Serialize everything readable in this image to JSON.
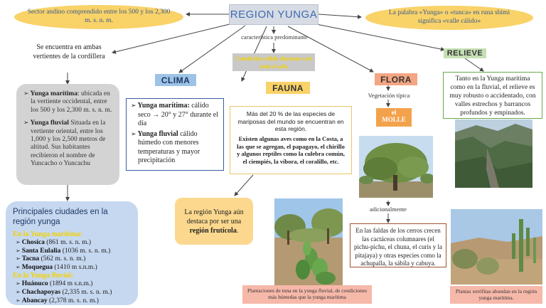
{
  "title": "REGION YUNGA",
  "top_left_oval": "Sector andino comprendido entre los 500 y los 2,300 m. s. n. m.",
  "top_right_oval": "La palabra «Yunga» o «tunca» en runa shimi significa «valle cálido»",
  "caracteristica_label": "característica predominante",
  "condicion_text": "Condición cálida durante casi todo el año",
  "location_text": "Se encuentra en ambas vertientes de la cordillera",
  "sides": {
    "maritima_title": "Yunga marítima",
    "maritima_text": ": ubicada en la vertiente occidental, entre los 500 y los 2,300 m. s. n. m.",
    "fluvial_title": "Yunga fluvial",
    "fluvial_text": " Situada en la vertiente oriental, entre los 1,000 y los 2,500 metros de altitud. Sus habitantes recibieron el nombre de Yuncacho o Yuncachu"
  },
  "clima": {
    "head": "CLIMA",
    "b1_title": "Yunga marítima:",
    "b1_text": " cálido seco → 20° y 27° durante el día",
    "b2_title": "Yunga fluvial",
    "b2_text": " cálido húmedo con menores temperaturas y mayor precipitación"
  },
  "fauna": {
    "head": "FAUNA",
    "text1": "Más del 20 % de las especies de mariposas del mundo se encuentran en esta región.",
    "text2": "Existen algunas aves como en la Costa, a las que se agregan, el papagayo, el chirillo y algunos reptiles como la culebra común, el ciempiés, la víbora, el coralillo, etc."
  },
  "cities": {
    "title": "Principales ciudades en la región yunga",
    "maritima_head": "En la Yunga marítima:",
    "maritima": [
      {
        "name": "Chosica",
        "alt": " (861 m. s. n. m.)"
      },
      {
        "name": "Santa Eulalia",
        "alt": " (1036 m. s. n. m.)"
      },
      {
        "name": "Tacna",
        "alt": " (562 m. s. n. m.)"
      },
      {
        "name": "Moquegua",
        "alt": " (1410 m s.n.m.)"
      }
    ],
    "fluvial_head": "En la Yunga fluvial:",
    "fluvial": [
      {
        "name": "Huánuco",
        "alt": " (1894 m s.n.m.)"
      },
      {
        "name": "Chachapoyas",
        "alt": " (2,335 m. s. n. m.)"
      },
      {
        "name": "Abancay",
        "alt": " (2,378 m. s. n. m.)"
      }
    ]
  },
  "fruticola": {
    "text": "La región Yunga aún destaca por ser una ",
    "bold": "región frutícola",
    "end": "."
  },
  "flora": {
    "head": "FLORA",
    "tipica_label": "Vegetación típica",
    "el_molle_1": "el",
    "el_molle_2": "MOLLE",
    "adicional_label": "adicionalmente",
    "text": "En las faldas de los cerros crecen las cactáceas columnares (el pichu-pichu, el chuna, el curis y la pitajaya) y otras especies como la achupalla, la sábila y cabuya."
  },
  "relieve": {
    "head": "RELIEVE",
    "text": "Tanto en la Yunga marítima como en la fluvial, el relieve es muy robusto o accidentado, con valles estrechos y barrancos profundos y empinados."
  },
  "captions": {
    "cactus": "Plantaciones de tuna en la yunga fluvial, de condiciones más húmedas que la yunga marítima",
    "xerofitas": "Plantas xerófitas abundan en la región yunga marítima."
  },
  "colors": {
    "oval": "#f9d268",
    "title_text": "#3d6ab0",
    "clima": "#9dc3e6",
    "fauna": "#f9d268",
    "flora": "#f4a582",
    "molle": "#f3a24b",
    "relieve": "#c5e0b4"
  }
}
